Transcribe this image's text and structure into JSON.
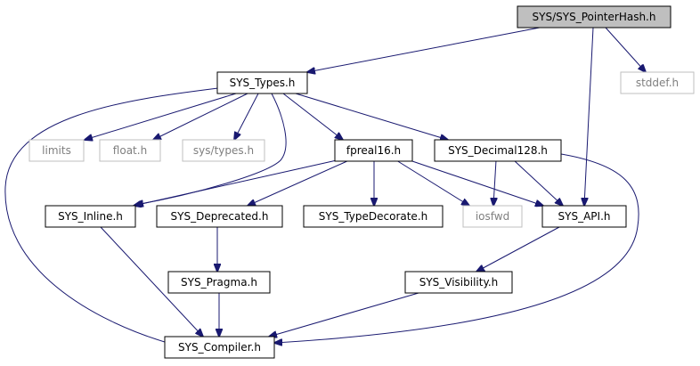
{
  "diagram": {
    "colors": {
      "edge": "#191970",
      "root_fill": "#bfbfbf",
      "external_border": "#bfbfbf",
      "external_text": "#7f7f7f",
      "node_border": "#000000"
    },
    "nodes": {
      "pointerhash": {
        "label": "SYS/SYS_PointerHash.h",
        "kind": "root"
      },
      "types": {
        "label": "SYS_Types.h",
        "kind": "header"
      },
      "stddef": {
        "label": "stddef.h",
        "kind": "external"
      },
      "limits": {
        "label": "limits",
        "kind": "external"
      },
      "float": {
        "label": "float.h",
        "kind": "external"
      },
      "systypes": {
        "label": "sys/types.h",
        "kind": "external"
      },
      "fpreal16": {
        "label": "fpreal16.h",
        "kind": "header"
      },
      "decimal128": {
        "label": "SYS_Decimal128.h",
        "kind": "header"
      },
      "inline": {
        "label": "SYS_Inline.h",
        "kind": "header"
      },
      "deprecated": {
        "label": "SYS_Deprecated.h",
        "kind": "header"
      },
      "typedecorate": {
        "label": "SYS_TypeDecorate.h",
        "kind": "header"
      },
      "iosfwd": {
        "label": "iosfwd",
        "kind": "external"
      },
      "api": {
        "label": "SYS_API.h",
        "kind": "header"
      },
      "pragma": {
        "label": "SYS_Pragma.h",
        "kind": "header"
      },
      "visibility": {
        "label": "SYS_Visibility.h",
        "kind": "header"
      },
      "compiler": {
        "label": "SYS_Compiler.h",
        "kind": "header"
      }
    },
    "edges": [
      {
        "from": "pointerhash",
        "to": "types"
      },
      {
        "from": "pointerhash",
        "to": "stddef"
      },
      {
        "from": "pointerhash",
        "to": "api"
      },
      {
        "from": "types",
        "to": "limits"
      },
      {
        "from": "types",
        "to": "float"
      },
      {
        "from": "types",
        "to": "systypes"
      },
      {
        "from": "types",
        "to": "fpreal16"
      },
      {
        "from": "types",
        "to": "decimal128"
      },
      {
        "from": "types",
        "to": "inline"
      },
      {
        "from": "types",
        "to": "compiler"
      },
      {
        "from": "fpreal16",
        "to": "inline"
      },
      {
        "from": "fpreal16",
        "to": "deprecated"
      },
      {
        "from": "fpreal16",
        "to": "typedecorate"
      },
      {
        "from": "fpreal16",
        "to": "iosfwd"
      },
      {
        "from": "fpreal16",
        "to": "api"
      },
      {
        "from": "decimal128",
        "to": "iosfwd"
      },
      {
        "from": "decimal128",
        "to": "api"
      },
      {
        "from": "decimal128",
        "to": "compiler"
      },
      {
        "from": "inline",
        "to": "compiler"
      },
      {
        "from": "deprecated",
        "to": "pragma"
      },
      {
        "from": "pragma",
        "to": "compiler"
      },
      {
        "from": "api",
        "to": "visibility"
      },
      {
        "from": "visibility",
        "to": "compiler"
      }
    ]
  }
}
